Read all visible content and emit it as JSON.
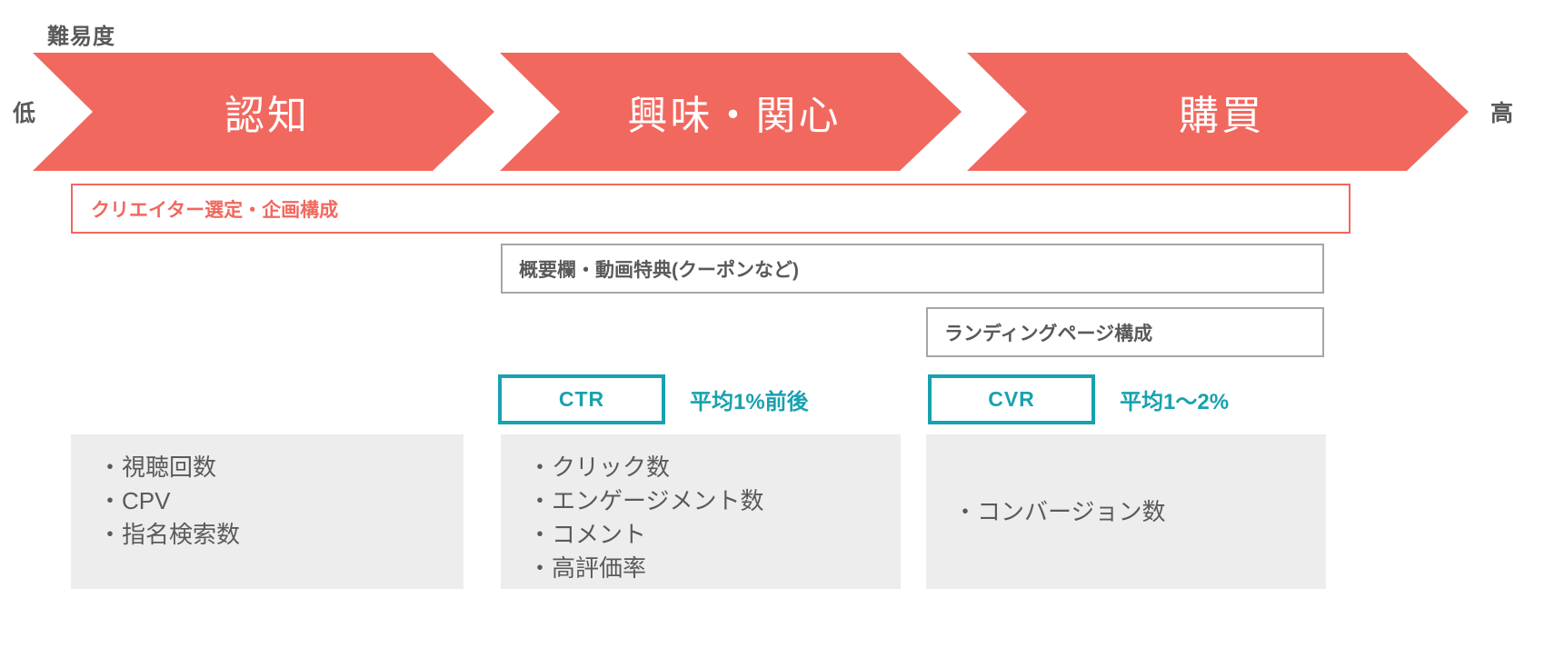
{
  "axis": {
    "title": "難易度",
    "low_label": "低",
    "high_label": "高"
  },
  "colors": {
    "funnel_red": "#F1685F",
    "metric_teal": "#18A1B0",
    "panel_gray": "#EDEDED",
    "text_gray": "#595959",
    "border_gray": "#A6A6A6"
  },
  "funnel": {
    "stages": [
      {
        "label": "認知"
      },
      {
        "label": "興味・関心"
      },
      {
        "label": "購買"
      }
    ]
  },
  "bars": [
    {
      "label": "クリエイター選定・企画構成",
      "style": "red"
    },
    {
      "label": "概要欄・動画特典(クーポンなど)",
      "style": "gray"
    },
    {
      "label": "ランディングページ構成",
      "style": "gray"
    }
  ],
  "metrics": [
    {
      "badge": "CTR",
      "note": "平均1%前後"
    },
    {
      "badge": "CVR",
      "note": "平均1〜2%"
    }
  ],
  "kpi_panels": [
    {
      "items": [
        "・視聴回数",
        "・CPV",
        "・指名検索数"
      ]
    },
    {
      "items": [
        "・クリック数",
        "・エンゲージメント数",
        "・コメント",
        "・高評価率"
      ]
    },
    {
      "items": [
        "・コンバージョン数"
      ]
    }
  ]
}
